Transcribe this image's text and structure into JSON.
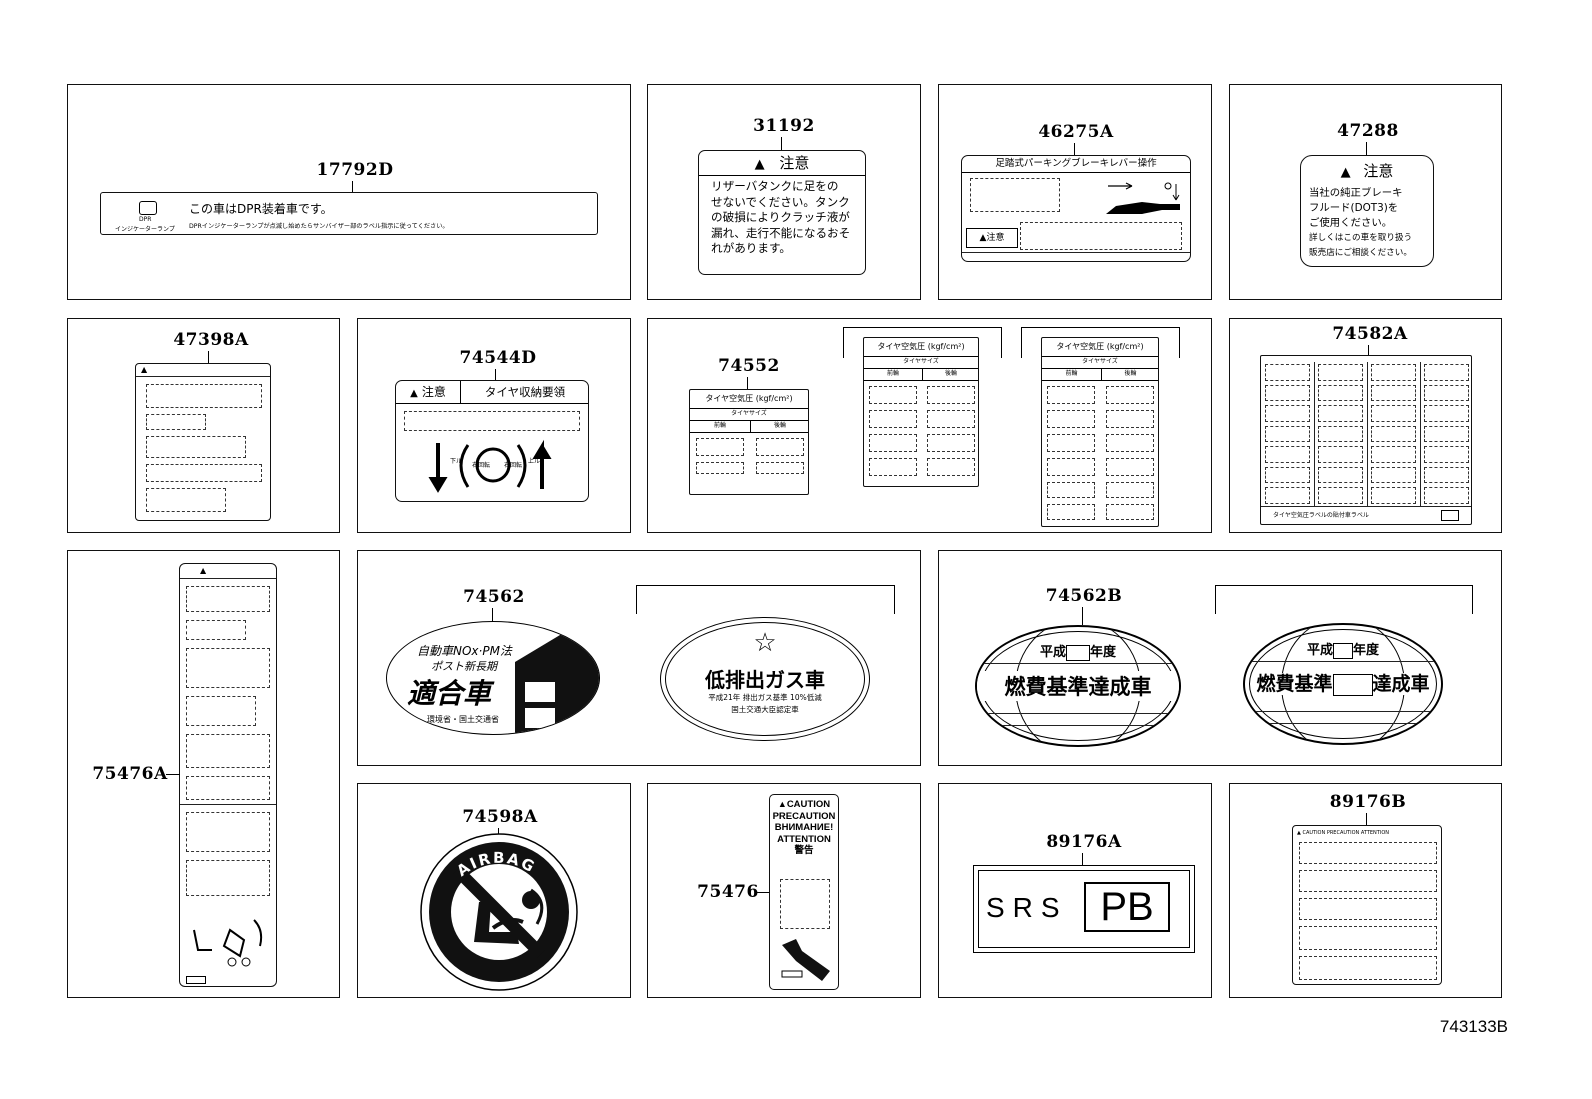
{
  "parts": {
    "p17792D": "17792D",
    "p31192": "31192",
    "p46275A": "46275A",
    "p47288": "47288",
    "p47398A": "47398A",
    "p74544D": "74544D",
    "p74552": "74552",
    "p74582A": "74582A",
    "p75476A": "75476A",
    "p74562": "74562",
    "p74562B": "74562B",
    "p74598A": "74598A",
    "p75476": "75476",
    "p89176A": "89176A",
    "p89176B": "89176B"
  },
  "label_17792D": {
    "icon_caption_1": "DPR",
    "icon_caption_2": "インジケーターランプ",
    "line1": "この車はDPR装着車です。",
    "line2": "DPRインジケーターランプが点滅し始めたらサンバイザー部のラベル指示に従ってください。"
  },
  "label_31192": {
    "header": "注意",
    "body": [
      "リザーバタンクに足をの",
      "せないでください。タンク",
      "の破損によりクラッチ液が",
      "漏れ、走行不能になるおそ",
      "れがあります。"
    ]
  },
  "label_46275A": {
    "title": "足踏式パーキングブレーキレバー操作",
    "caution": "注意"
  },
  "label_47288": {
    "header": "注意",
    "body": [
      "当社の純正ブレーキ",
      "フルード(DOT3)を",
      "ご使用ください。",
      "詳しくはこの車を取り扱う",
      "販売店にご相談ください。"
    ]
  },
  "label_74544D": {
    "caution": "注意",
    "title": "タイヤ収納要領",
    "down": "下ル",
    "up": "上ル",
    "rot_left": "右回転",
    "rot_right": "右回転"
  },
  "label_74552": {
    "title": "タイヤ空気圧 (kgf/cm²)",
    "size": "タイヤサイズ",
    "front": "前輪",
    "rear": "後輪"
  },
  "label_74582A": {
    "footer": "タイヤ空気圧ラベルの貼付車ラベル"
  },
  "label_74562": {
    "line1": "自動車NOx·PM法",
    "line2": "ポスト新長期",
    "big": "適合車",
    "foot": "環境省・国土交通省",
    "b_big": "低排出ガス車",
    "b_line1": "平成21年 排出ガス基準 10%低減",
    "b_line2": "国土交通大臣認定車",
    "star": "☆"
  },
  "label_74562B": {
    "year": "平成",
    "year_suffix": "年度",
    "big": "燃費基準達成車",
    "b_big_left": "燃費基準",
    "b_big_right": "達成車"
  },
  "label_74598A": {
    "arc": "AIRBAG"
  },
  "label_75476": {
    "lines": [
      "CAUTION",
      "PRECAUTION",
      "ВНИМАНИЕ!",
      "ATTENTION",
      "警告"
    ]
  },
  "label_89176A": {
    "srs": "SRS",
    "pb": "PB"
  },
  "label_89176B": {
    "header": "CAUTION PRECAUTION ATTENTION"
  },
  "caption": "743133B"
}
